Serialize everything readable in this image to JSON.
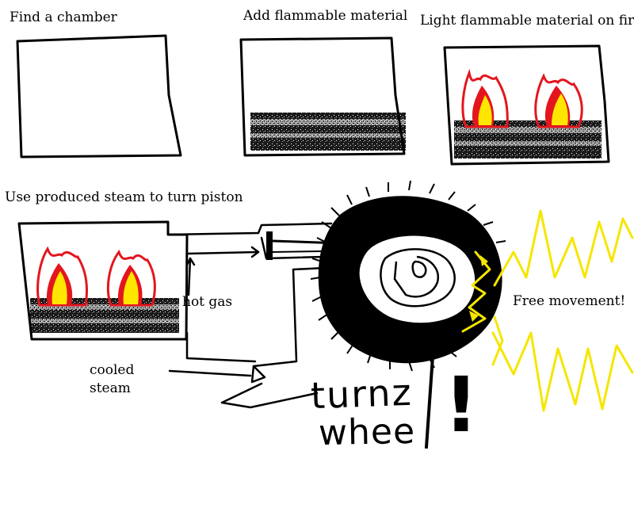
{
  "panels": {
    "step1": {
      "title": "Find a chamber"
    },
    "step2": {
      "title": "Add flammable material"
    },
    "step3": {
      "title": "Light flammable material on fire"
    },
    "step4": {
      "title": "Use produced steam to turn piston"
    }
  },
  "annotations": {
    "hot_gas": "hot gas",
    "cooled_line1": "cooled",
    "cooled_line2": "steam",
    "free_movement": "Free movement!",
    "turn_wheel_line1": "turnz",
    "turn_wheel_line2": "whee",
    "exclaim": "!"
  },
  "colors": {
    "ink": "#000000",
    "flame_outer": "#e3161e",
    "flame_inner": "#ffe600",
    "spark": "#f5e600",
    "fuel": "#333333"
  }
}
